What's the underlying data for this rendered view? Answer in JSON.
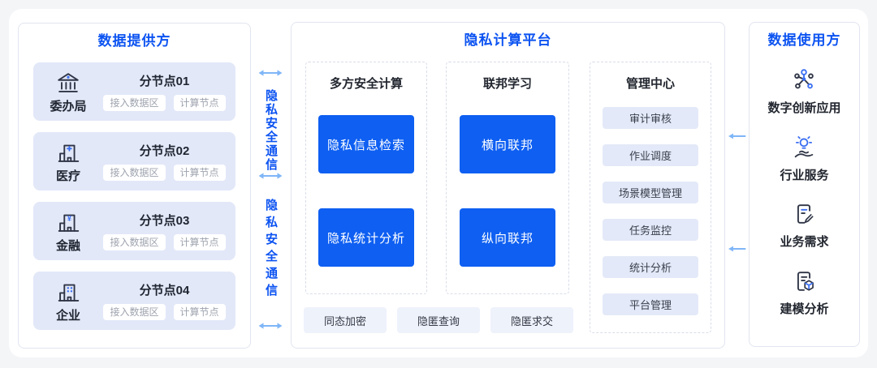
{
  "colors": {
    "accent": "#0C53F1",
    "button-blue": "#0E5FF2",
    "arrow-blue": "#7FB6F7",
    "node-bg": "#E2E8F8",
    "pill-bg": "#E3E9F8",
    "chip-bg": "#EEF2FB",
    "page-bg": "#F4F5F7",
    "panel-border": "#E1E5EF",
    "dashed-border": "#D9DDE9",
    "dark-text": "#1F2430",
    "muted-text": "#9EA3AE"
  },
  "left_panel": {
    "title": "数据提供方",
    "nodes": [
      {
        "icon": "government-building-icon",
        "label": "委办局",
        "title": "分节点01",
        "tags": [
          "接入数据区",
          "计算节点"
        ]
      },
      {
        "icon": "hospital-building-icon",
        "label": "医疗",
        "title": "分节点02",
        "tags": [
          "接入数据区",
          "计算节点"
        ]
      },
      {
        "icon": "finance-building-icon",
        "label": "金融",
        "title": "分节点03",
        "tags": [
          "接入数据区",
          "计算节点"
        ]
      },
      {
        "icon": "enterprise-building-icon",
        "label": "企业",
        "title": "分节点04",
        "tags": [
          "接入数据区",
          "计算节点"
        ]
      }
    ]
  },
  "secure_link": {
    "label": "隐私安全通信"
  },
  "center_panel": {
    "title": "隐私计算平台",
    "columns": [
      {
        "title": "多方安全计算",
        "buttons": [
          "隐私信息检索",
          "隐私统计分析"
        ]
      },
      {
        "title": "联邦学习",
        "buttons": [
          "横向联邦",
          "纵向联邦"
        ]
      },
      {
        "title": "管理中心",
        "items": [
          "审计审核",
          "作业调度",
          "场景模型管理",
          "任务监控",
          "统计分析",
          "平台管理"
        ]
      }
    ],
    "capability_chips": [
      "同态加密",
      "隐匿查询",
      "隐匿求交"
    ]
  },
  "right_panel": {
    "title": "数据使用方",
    "items": [
      {
        "icon": "network-nodes-icon",
        "label": "数字创新应用"
      },
      {
        "icon": "lightbulb-hand-icon",
        "label": "行业服务"
      },
      {
        "icon": "document-edit-icon",
        "label": "业务需求"
      },
      {
        "icon": "document-cube-icon",
        "label": "建模分析"
      }
    ]
  }
}
